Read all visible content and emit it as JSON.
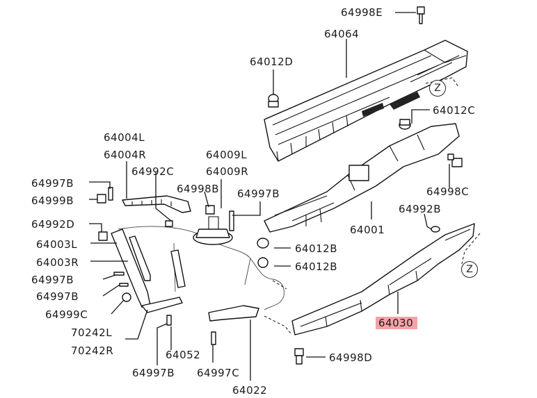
{
  "labels": {
    "p64998E": "64998E",
    "p64064": "64064",
    "p64012D": "64012D",
    "p64012C": "64012C",
    "p64004L": "64004L",
    "p64004R": "64004R",
    "p64009L": "64009L",
    "p64009R": "64009R",
    "p64992C": "64992C",
    "p64998C": "64998C",
    "p64997B_1": "64997B",
    "p64999B": "64999B",
    "p64998B": "64998B",
    "p64997B_2": "64997B",
    "p64992D": "64992D",
    "p64992B": "64992B",
    "p64003L": "64003L",
    "p64003R": "64003R",
    "p64001": "64001",
    "p64012B_1": "64012B",
    "p64012B_2": "64012B",
    "p64997B_3": "64997B",
    "p64997B_4": "64997B",
    "p64999C": "64999C",
    "p64030": "64030",
    "p70242L": "70242L",
    "p70242R": "70242R",
    "p64052": "64052",
    "p64998D": "64998D",
    "p64997B_5": "64997B",
    "p64997C": "64997C",
    "p64022": "64022",
    "z1": "Z",
    "z2": "Z"
  },
  "highlight_color": "#f4a3a8"
}
